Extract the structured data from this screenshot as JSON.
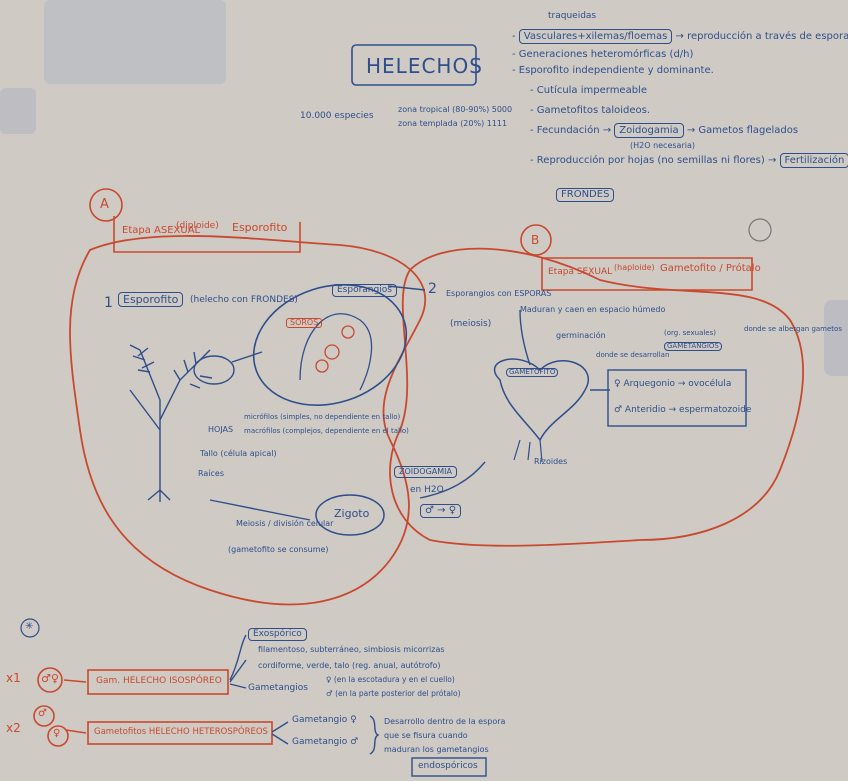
{
  "title": "HELECHOS",
  "traits": {
    "over_label": "traqueidas",
    "t1": "Vasculares+xilemas/floemas",
    "t1b": "reproducción a través de esporas.",
    "t2": "Generaciones heteromórficas (d/h)",
    "t3": "Esporofito independiente y dominante.",
    "t4": "Cutícula impermeable",
    "t5": "Gametofitos taloideos.",
    "t6": "Fecundación",
    "t6_box": "Zoidogamia",
    "t6_sub": "(H2O necesaria)",
    "t6b": "Gametos flagelados",
    "t7": "Reproducción por hojas",
    "t7_mid": "(no semillas ni flores)",
    "t7_box": "Fertilización",
    "t7_box2": "FRONDES"
  },
  "species": {
    "label": "10.000 especies",
    "a": "zona tropical (80-90%) 5000",
    "b": "zona templada (20%) 1111"
  },
  "section_a": {
    "letter": "A",
    "stage": "Etapa ASEXUAL",
    "ploidy": "(diploide)",
    "name": "Esporofito",
    "step1_num": "1",
    "step1_box": "Esporofito",
    "step1_desc": "(helecho con FRONDES)",
    "esporangios": "Esporangios",
    "soros": "SOROS",
    "hojas": "HOJAS",
    "microfilos": "micrófilos (simples, no dependiente en tallo)",
    "macrofilos": "macrófilos (complejos, dependiente en el tallo)",
    "tallo": "Tallo (célula apical)",
    "raices": "Raíces",
    "meiosis2": "Meiosis / división celular",
    "gametofito_consume": "(gametofito se consume)",
    "cigoto": "Zigoto"
  },
  "section_b": {
    "letter": "B",
    "stage": "Etapa SEXUAL",
    "ploidy": "(haploide)",
    "name": "Gametofito / Prótalo",
    "step2_num": "2",
    "step2_a": "Esporangios con ESPORAS",
    "step2_b": "(meiosis)",
    "maduran": "Maduran y caen en espacio húmedo",
    "germinacion": "germinación",
    "gametofito_box": "GAMETOFITO",
    "donde_desarrollan": "donde se desarrollan",
    "gametangios_box": "GAMETANGIOS",
    "org_sexuales": "(org. sexuales)",
    "donde_albergan": "donde se albergan gametos",
    "arquegonio": "♀ Arquegonio → ovocélula",
    "anteridio": "♂ Anteridio → espermatozoide",
    "rizoides": "Rizoides",
    "zoidogamia": "ZOIDOGAMIA",
    "en_h2o": "en H2O",
    "gametos_symbols": "♂ → ♀"
  },
  "bottom": {
    "x1": "x1",
    "x2": "x2",
    "iso_label": "Gam. HELECHO ISOSPÓREO",
    "hetero_label": "Gametofitos HELECHO HETEROSPÓREOS",
    "exosporico": "Exospórico",
    "iso_l1": "filamentoso, subterráneo, simbiosis micorrizas",
    "iso_l2": "cordiforme, verde, talo (reg. anual, autótrofo)",
    "gametangios": "Gametangios",
    "iso_l3": "♀ (en la escotadura y en el cuello)",
    "iso_l4": "♂ (en la parte posterior del prótalo)",
    "het_l1": "Gametangio ♀",
    "het_l2": "Gametangio ♂",
    "het_desc1": "Desarrollo dentro de la espora",
    "het_desc2": "que se fisura cuando",
    "het_desc3": "maduran los gametangios",
    "endosporicos": "endospóricos",
    "sym_both": "♂♀",
    "sym_male": "♂",
    "sym_female": "♀",
    "asterisk": "✳"
  }
}
